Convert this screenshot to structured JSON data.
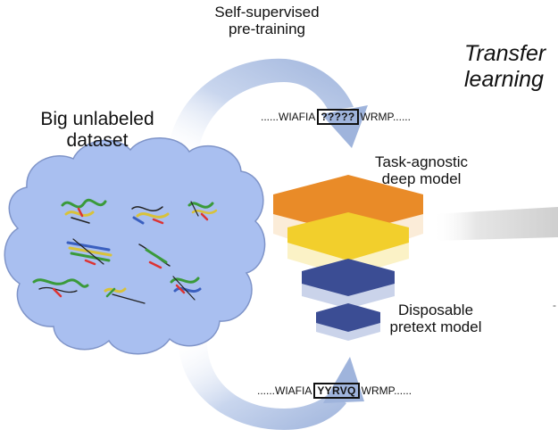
{
  "labels": {
    "self_supervised": "Self-supervised",
    "pre_training": "pre-training",
    "transfer": "Transfer",
    "learning": "learning",
    "big_unlabeled": "Big unlabeled",
    "dataset": "dataset",
    "task_agnostic": "Task-agnostic",
    "deep_model": "deep model",
    "disposable": "Disposable",
    "pretext_model": "pretext model"
  },
  "sequences": {
    "masked": {
      "prefix": "......WIAFIA",
      "box": "?????",
      "suffix": "WRMP......"
    },
    "filled": {
      "prefix": "......WIAFIA",
      "box": "YYRVQ",
      "suffix": "WRMP......"
    }
  },
  "colors": {
    "cloud_fill": "#a9bff0",
    "cloud_stroke": "#7f94c8",
    "arrow": "#a9bcdf",
    "layer_orange": "#e98b28",
    "layer_orange_pale": "#fbecd8",
    "layer_yellow": "#f2cf2c",
    "layer_yellow_pale": "#fbf2c6",
    "layer_navy": "#3b4d94",
    "layer_navy_pale": "#cad3ea",
    "transfer_arrow": "#d9d9d9"
  }
}
